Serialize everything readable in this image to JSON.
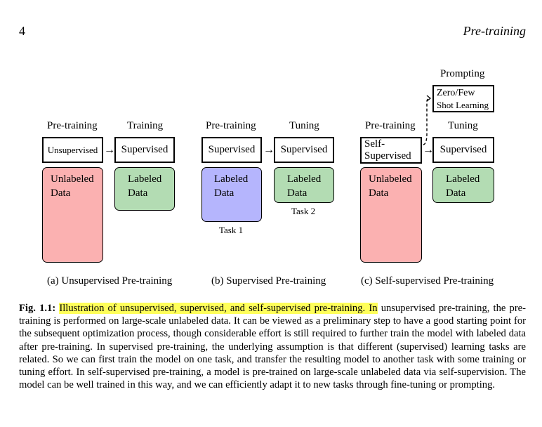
{
  "header": {
    "page_number": "4",
    "running_title": "Pre-training"
  },
  "figure": {
    "a": {
      "stage1_label": "Pre-training",
      "stage2_label": "Training",
      "box1": "Unsupervised",
      "box2": "Supervised",
      "data1_line1": "Unlabeled",
      "data1_line2": "Data",
      "data2_line1": "Labeled",
      "data2_line2": "Data",
      "caption": "(a) Unsupervised Pre-training"
    },
    "b": {
      "stage1_label": "Pre-training",
      "stage2_label": "Tuning",
      "box1": "Supervised",
      "box2": "Supervised",
      "data1_line1": "Labeled",
      "data1_line2": "Data",
      "data2_line1": "Labeled",
      "data2_line2": "Data",
      "task1": "Task 1",
      "task2": "Task 2",
      "caption": "(b) Supervised Pre-training"
    },
    "c": {
      "prompting_label": "Prompting",
      "prompt_line1": "Zero/Few",
      "prompt_line2": "Shot Learning",
      "stage1_label": "Pre-training",
      "stage2_label": "Tuning",
      "box1_line1": "Self-",
      "box1_line2": "Supervised",
      "box2": "Supervised",
      "data1_line1": "Unlabeled",
      "data1_line2": "Data",
      "data2_line1": "Labeled",
      "data2_line2": "Data",
      "caption": "(c) Self-supervised Pre-training"
    },
    "colors": {
      "unlabeled": "#fbb1b1",
      "labeled": "#b3dcb3",
      "labeled_task1": "#b5b5fd",
      "highlight": "#ffff5a"
    }
  },
  "caption": {
    "label": "Fig. 1.1:",
    "highlighted": "Illustration of unsupervised, supervised, and self-supervised pre-training.",
    "highlighted_tail": "In",
    "body": "unsupervised pre-training, the pre-training is performed on large-scale unlabeled data. It can be viewed as a preliminary step to have a good starting point for the subsequent optimization process, though considerable effort is still required to further train the model with labeled data after pre-training. In supervised pre-training, the underlying assumption is that different (supervised) learning tasks are related. So we can first train the model on one task, and transfer the resulting model to another task with some training or tuning effort. In self-supervised pre-training, a model is pre-trained on large-scale unlabeled data via self-supervision. The model can be well trained in this way, and we can efficiently adapt it to new tasks through fine-tuning or prompting."
  }
}
